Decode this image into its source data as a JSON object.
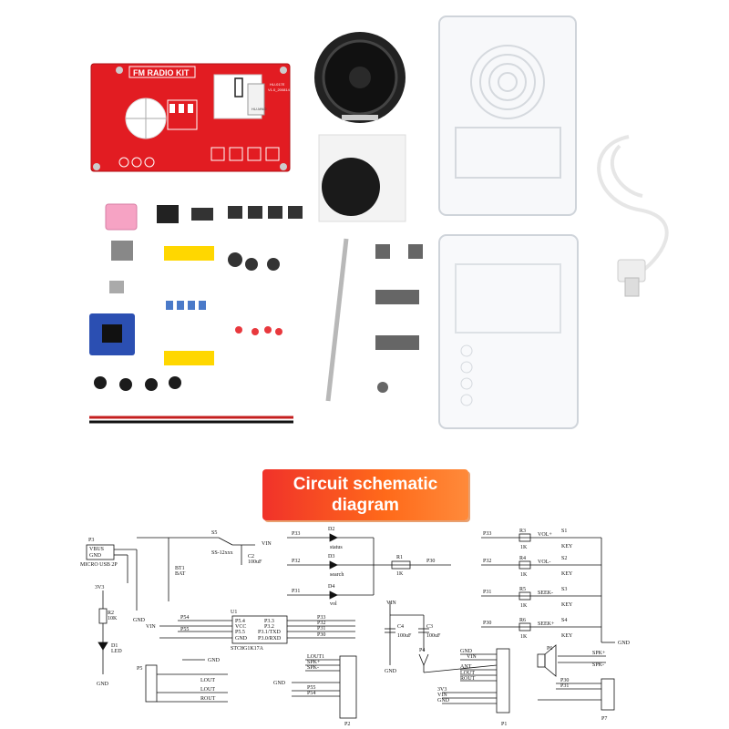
{
  "banner": {
    "line1": "Circuit schematic",
    "line2": "diagram"
  },
  "pcb": {
    "title": "FM RADIO KIT",
    "model": "HU-017E",
    "version": "V1.0_200814",
    "module": "HU-MNO"
  },
  "schematic": {
    "labels": {
      "p3": "P3",
      "vbus": "VBUS",
      "gnd": "GND",
      "micro_usb": "MICRO USB 2P",
      "s5": "S5",
      "s5_model": "SS-12xxx",
      "vin": "VIN",
      "bt1": "BT1",
      "bat": "BAT",
      "c2": "C2",
      "c2_val": "100uF",
      "v3v3": "3V3",
      "r2": "R2",
      "r2_val": "10K",
      "d1": "D1",
      "led": "LED",
      "p54": "P54",
      "p55": "P55",
      "u1": "U1",
      "u1_model": "STC8G1K17A",
      "p33": "P33",
      "p32": "P32",
      "p31": "P31",
      "p30": "P30",
      "pin_p54": "P5.4",
      "pin_vcc": "VCC",
      "pin_p55": "P5.5",
      "pin_gnd": "GND",
      "pin_p33": "P3.3",
      "pin_p32": "P3.2",
      "pin_p31": "P3.1/TXD",
      "pin_p30": "P3.0/RXD",
      "d2": "D2",
      "status": "status",
      "d3": "D3",
      "search": "search",
      "d4": "D4",
      "vol": "vol",
      "r1": "R1",
      "r1_val": "1K",
      "c4": "C4",
      "c4_val": "100uF",
      "c3": "C3",
      "c3_val": "100uF",
      "r3": "R3",
      "r4": "R4",
      "r5": "R5",
      "r6": "R6",
      "rk": "1K",
      "s1": "S1",
      "s2": "S2",
      "s3": "S3",
      "s4": "S4",
      "key": "KEY",
      "volp": "VOL+",
      "volm": "VOL-",
      "seekm": "SEEK-",
      "seekp": "SEEK+",
      "p5": "P5",
      "lout": "LOUT",
      "rout": "ROUT",
      "lout1": "LOUT1",
      "spkp": "SPK+",
      "spkm": "SPK-",
      "p2": "P2",
      "p4": "P4",
      "ant": "ANT",
      "p1": "P1",
      "p6": "P6",
      "p7": "P7"
    }
  }
}
